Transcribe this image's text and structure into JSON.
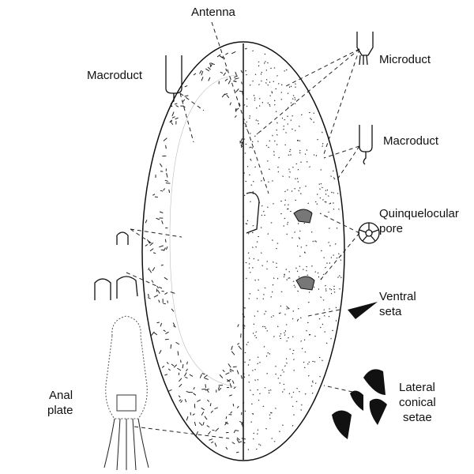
{
  "labels": {
    "antenna": "Antenna",
    "microduct": "Microduct",
    "macroduct_left": "Macroduct",
    "macroduct_right": "Macroduct",
    "quinquelocular_1": "Quinquelocular",
    "quinquelocular_2": "pore",
    "ventral_1": "Ventral",
    "ventral_2": "seta",
    "anal_1": "Anal",
    "anal_2": "plate",
    "lateral_1": "Lateral",
    "lateral_2": "conical",
    "lateral_3": "setae"
  }
}
